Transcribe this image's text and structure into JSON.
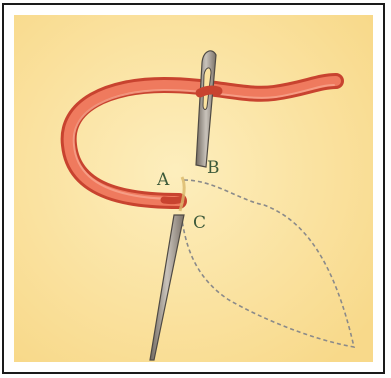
{
  "points": {
    "a": "A",
    "b": "B",
    "c": "C"
  },
  "colors": {
    "background": "#fbe3a0",
    "thread": "#e8624a",
    "needle": "#8a8178",
    "stitch_outline": "#8a8a8a",
    "label": "#3d5a3a"
  },
  "icons": {
    "needle": "needle-icon",
    "thread": "thread-icon",
    "leaf_outline": "leaf-outline-icon"
  }
}
